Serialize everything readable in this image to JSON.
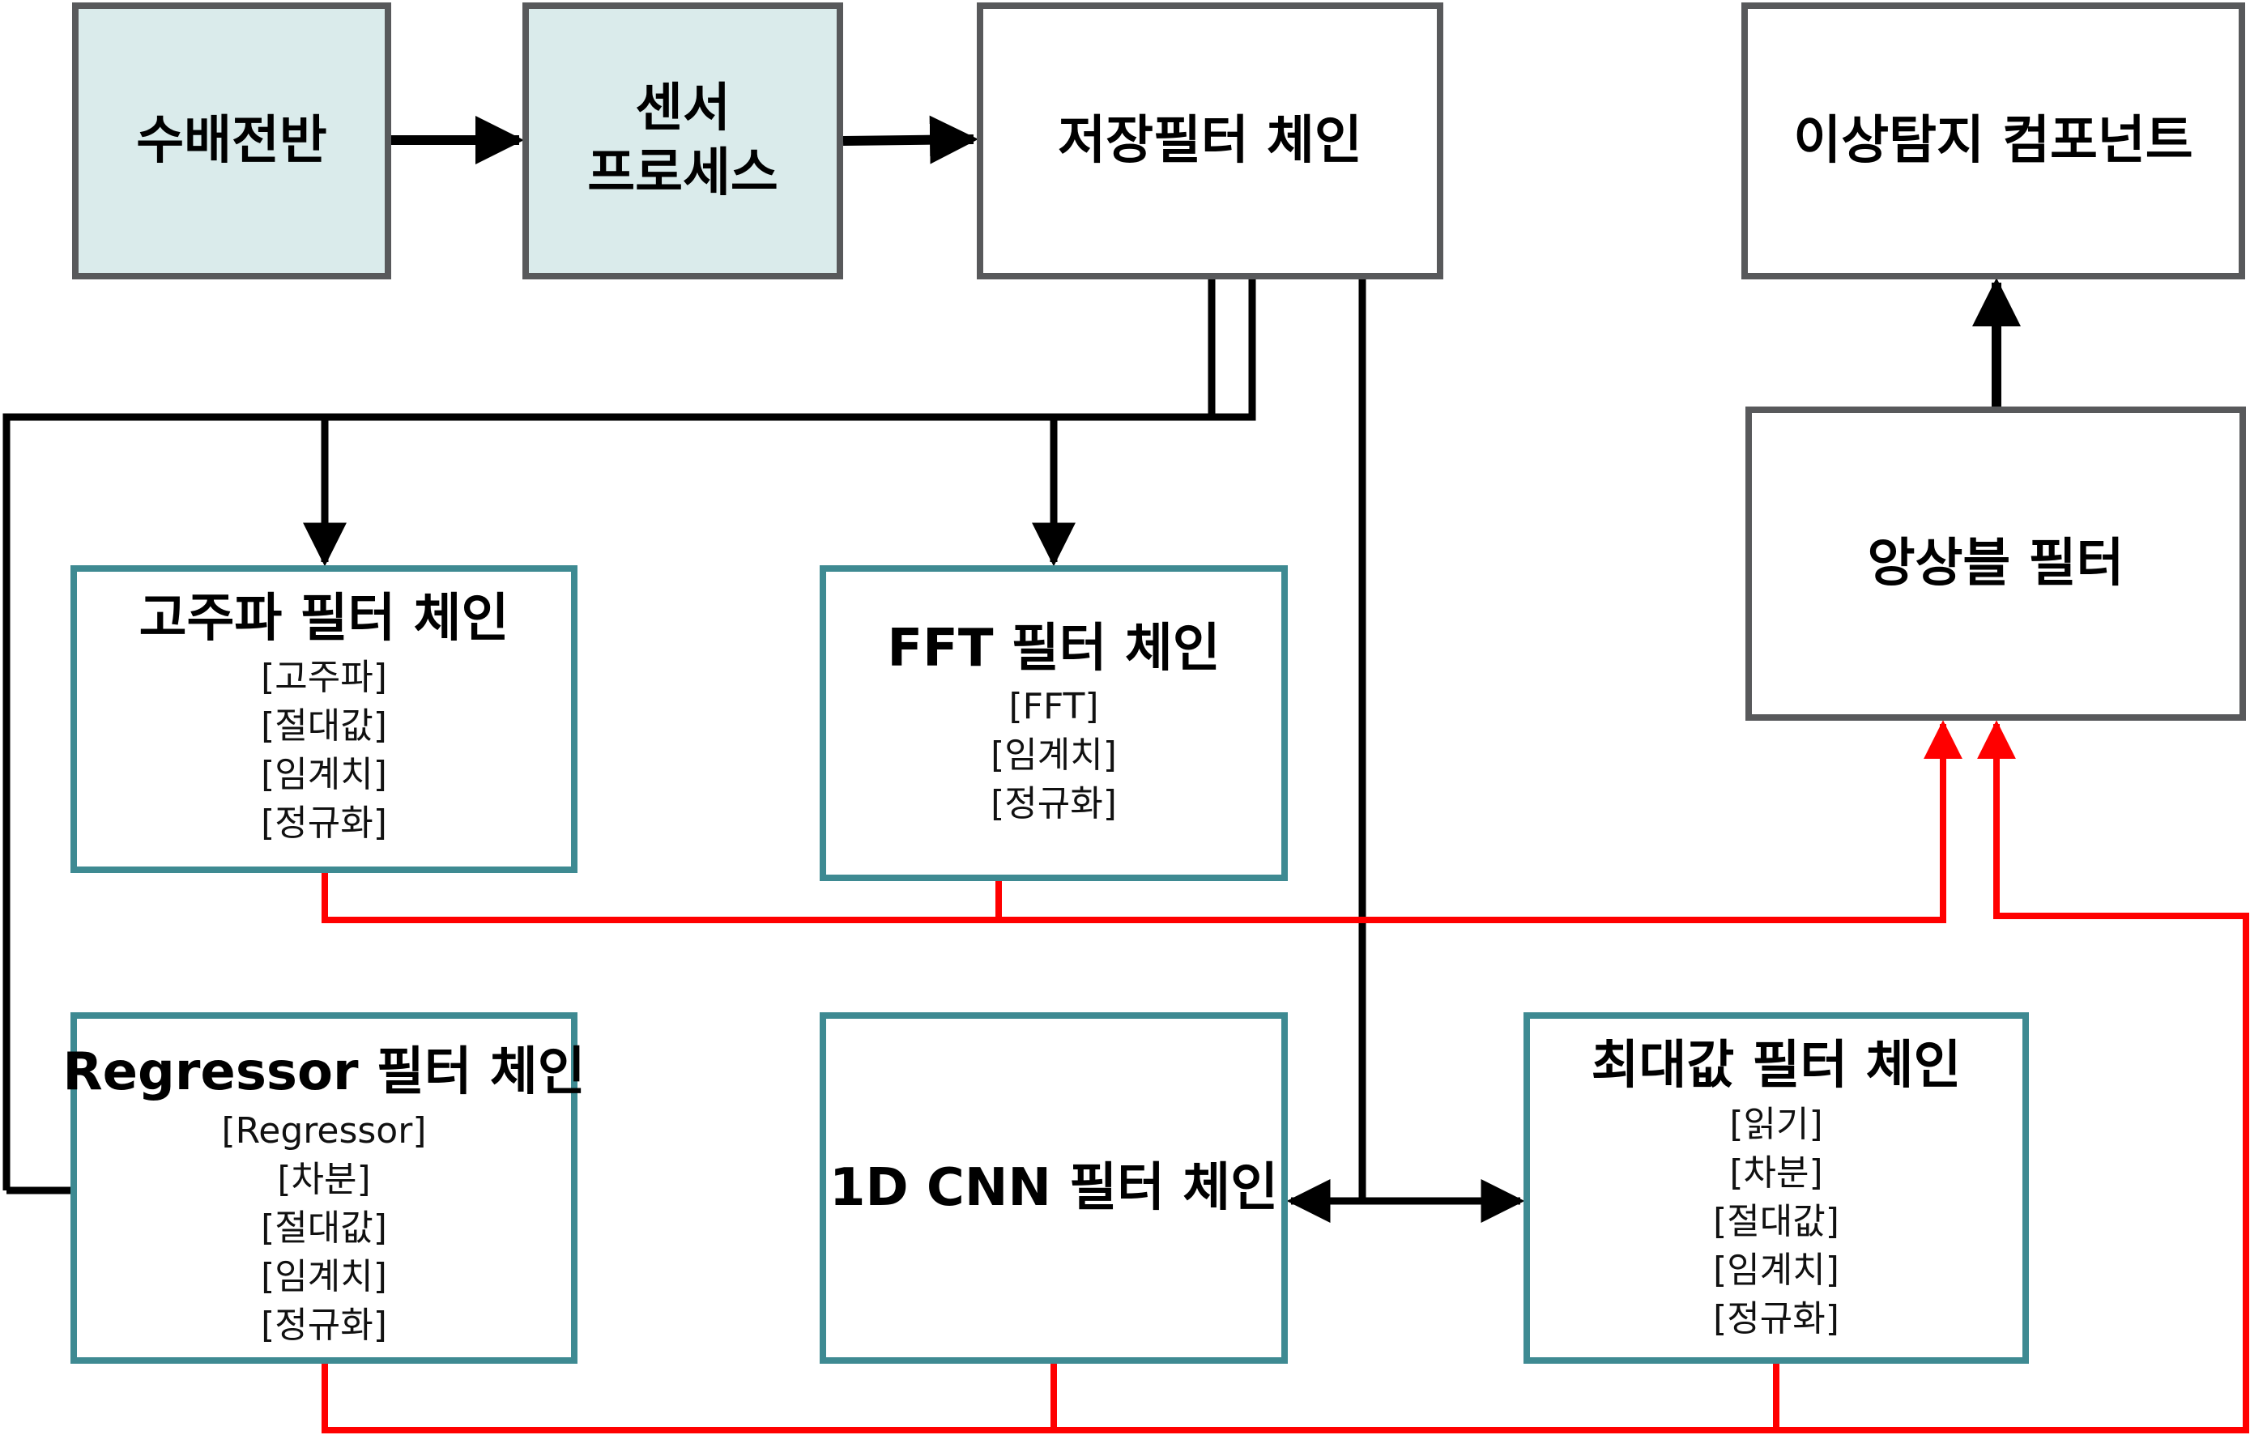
{
  "colors": {
    "box_border_gray": "#58595b",
    "box_border_teal": "#3e8a92",
    "box_fill_source": "#daebeb",
    "data_flow_line": "#000000",
    "result_flow_line": "#ff0000"
  },
  "nodes": {
    "substation": {
      "title": "수배전반"
    },
    "sensor": {
      "title_line1": "센서",
      "title_line2": "프로세스"
    },
    "storage": {
      "title": "저장필터 체인"
    },
    "anomaly": {
      "title": "이상탐지 컴포넌트"
    },
    "ensemble": {
      "title": "앙상블 필터"
    },
    "harmonic": {
      "title": "고주파 필터 체인",
      "steps": [
        "[고주파]",
        "[절대값]",
        "[임계치]",
        "[정규화]"
      ]
    },
    "fft": {
      "title": "FFT 필터 체인",
      "steps": [
        "[FFT]",
        "[임계치]",
        "[정규화]"
      ]
    },
    "regressor": {
      "title": "Regressor 필터 체인",
      "steps": [
        "[Regressor]",
        "[차분]",
        "[절대값]",
        "[임계치]",
        "[정규화]"
      ]
    },
    "cnn": {
      "title": "1D CNN 필터 체인"
    },
    "max": {
      "title": "최대값 필터 체인",
      "steps": [
        "[읽기]",
        "[차분]",
        "[절대값]",
        "[임계치]",
        "[정규화]"
      ]
    }
  }
}
